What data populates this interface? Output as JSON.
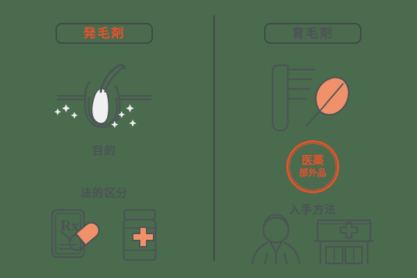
{
  "page": {
    "background_color": "#4a6b4d",
    "accent_color": "#e8522b",
    "accent_light_color": "#f0916a",
    "ink_color": "#4c5356",
    "divider_color": "#42484a"
  },
  "left_column": {
    "title": "発毛剤",
    "sections": [
      {
        "label": "目的",
        "icon": "hair-follicle-icon"
      },
      {
        "label": "法的区分",
        "icon": "prescription-and-medicine-bottle-icon"
      }
    ],
    "purpose_label": "目的",
    "legal_label": "法的区分",
    "follicle_icon_name": "hair-follicle-icon",
    "prescription_icon_name": "prescription-document-icon",
    "capsule_icon_name": "pill-capsule-icon",
    "bottle_icon_name": "medicine-bottle-icon",
    "rx_symbol": "Rx"
  },
  "right_column": {
    "title": "育毛剤",
    "obtain_label": "入手方法",
    "stamp": {
      "line1": "医薬",
      "line2": "部外品"
    },
    "comb_icon_name": "hair-comb-icon",
    "leaf_icon_name": "leaf-icon",
    "pharmacist_icon_name": "pharmacist-person-icon",
    "store_icon_name": "pharmacy-storefront-icon"
  }
}
